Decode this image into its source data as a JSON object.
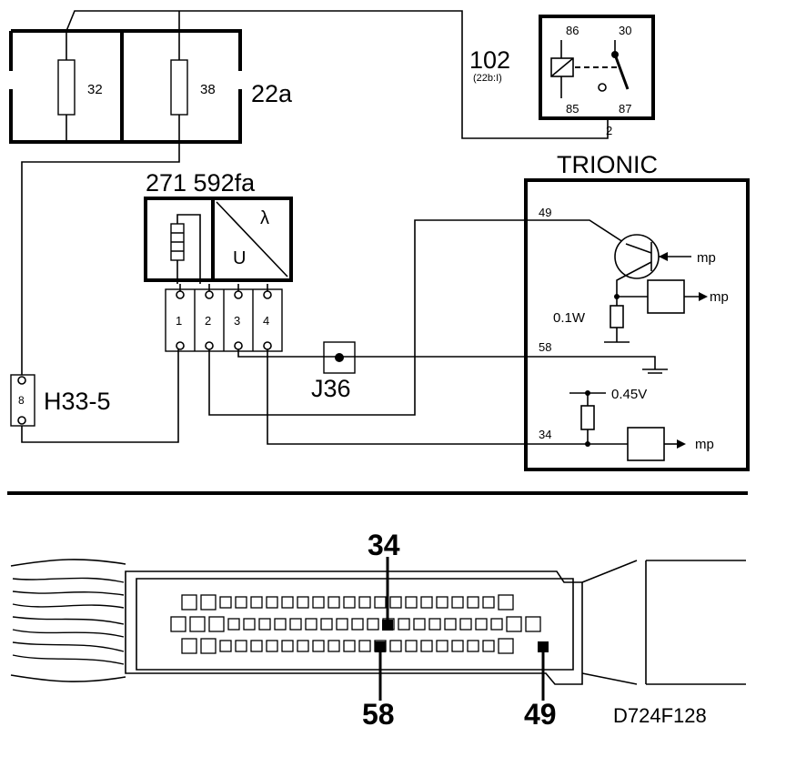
{
  "labels": {
    "fusebox": "22a",
    "fuse_a": "32",
    "fuse_b": "38",
    "relay": "102",
    "relay_sub": "(22b:I)",
    "relay_pin_86": "86",
    "relay_pin_30": "30",
    "relay_pin_85": "85",
    "relay_pin_87": "87",
    "relay_out_pin": "2",
    "sensor": "271 592fa",
    "lambda_symbol": "λ",
    "sensor_u": "U",
    "conn_pins": [
      "1",
      "2",
      "3",
      "4"
    ],
    "ground_conn": "H33-5",
    "ground_conn_pin": "8",
    "junction": "J36",
    "ecu": "TRIONIC",
    "ecu_pin_49": "49",
    "ecu_pin_58": "58",
    "ecu_pin_34": "34",
    "mp_1": "mp",
    "mp_2": "mp",
    "mp_3": "mp",
    "resistor_1": "0.1W",
    "voltage": "0.45V"
  },
  "connector_view": {
    "pin_top": "34",
    "pin_bottom_left": "58",
    "pin_bottom_right": "49"
  },
  "figure_id": "D724F128"
}
